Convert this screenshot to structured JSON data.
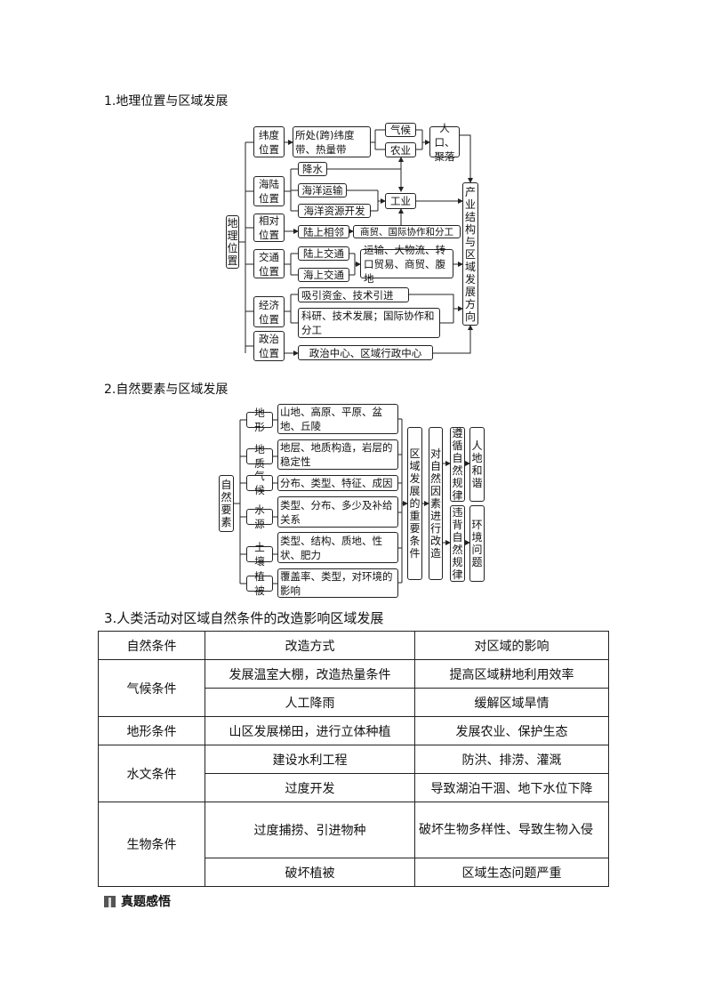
{
  "section1": {
    "title": "1.地理位置与区域发展",
    "root": "地理位置",
    "lat": "纬度位置",
    "lat_zone": "所处(跨)纬度带、热量带",
    "climate": "气候",
    "agri": "农业",
    "pop": "人口、聚落",
    "sea": "海陆位置",
    "rain": "降水",
    "shipping": "海洋运输",
    "marine_res": "海洋资源开发",
    "industry": "工业",
    "rel": "相对位置",
    "land_adj": "陆上相邻",
    "trade": "商贸、国际协作和分工",
    "transport": "交通位置",
    "land_tr": "陆上交通",
    "sea_tr": "海上交通",
    "logistics": "运输、大物流、转口贸易、商贸、腹地",
    "econ": "经济位置",
    "invest": "吸引资金、技术引进",
    "research": "科研、技术发展；国际协作和分工",
    "pol": "政治位置",
    "pol_center": "政治中心、区域行政中心",
    "result": "产业结构与区域发展方向"
  },
  "section2": {
    "title": "2.自然要素与区域发展",
    "root": "自然要素",
    "items": [
      {
        "name": "地形",
        "desc": "山地、高原、平原、盆地、丘陵"
      },
      {
        "name": "地质",
        "desc": "地层、地质构造，岩层的稳定性"
      },
      {
        "name": "气候",
        "desc": "分布、类型、特征、成因"
      },
      {
        "name": "水源",
        "desc": "类型、分布、多少及补给关系"
      },
      {
        "name": "土壤",
        "desc": "类型、结构、质地、性状、肥力"
      },
      {
        "name": "植被",
        "desc": "覆盖率、类型，对环境的影响"
      }
    ],
    "condition": "区域发展的重要条件",
    "transform": "对自然因素进行改造",
    "follow": "遵循自然规律",
    "violate": "违背自然规律",
    "harmony": "人地和谐",
    "problem": "环境问题"
  },
  "section3": {
    "title": "3.人类活动对区域自然条件的改造影响区域发展",
    "headers": [
      "自然条件",
      "改造方式",
      "对区域的影响"
    ],
    "rows": [
      {
        "cond": "气候条件",
        "ways": [
          [
            "发展温室大棚，改造热量条件",
            "提高区域耕地利用效率"
          ],
          [
            "人工降雨",
            "缓解区域旱情"
          ]
        ]
      },
      {
        "cond": "地形条件",
        "ways": [
          [
            "山区发展梯田，进行立体种植",
            "发展农业、保护生态"
          ]
        ]
      },
      {
        "cond": "水文条件",
        "ways": [
          [
            "建设水利工程",
            "防洪、排涝、灌溉"
          ],
          [
            "过度开发",
            "导致湖泊干涸、地下水位下降"
          ]
        ]
      },
      {
        "cond": "生物条件",
        "ways": [
          [
            "过度捕捞、引进物种",
            "破坏生物多样性、导致生物入侵"
          ],
          [
            "破坏植被",
            "区域生态问题严重"
          ]
        ]
      }
    ]
  },
  "section4": {
    "title": "真题感悟",
    "icon": "section-marker-icon"
  }
}
